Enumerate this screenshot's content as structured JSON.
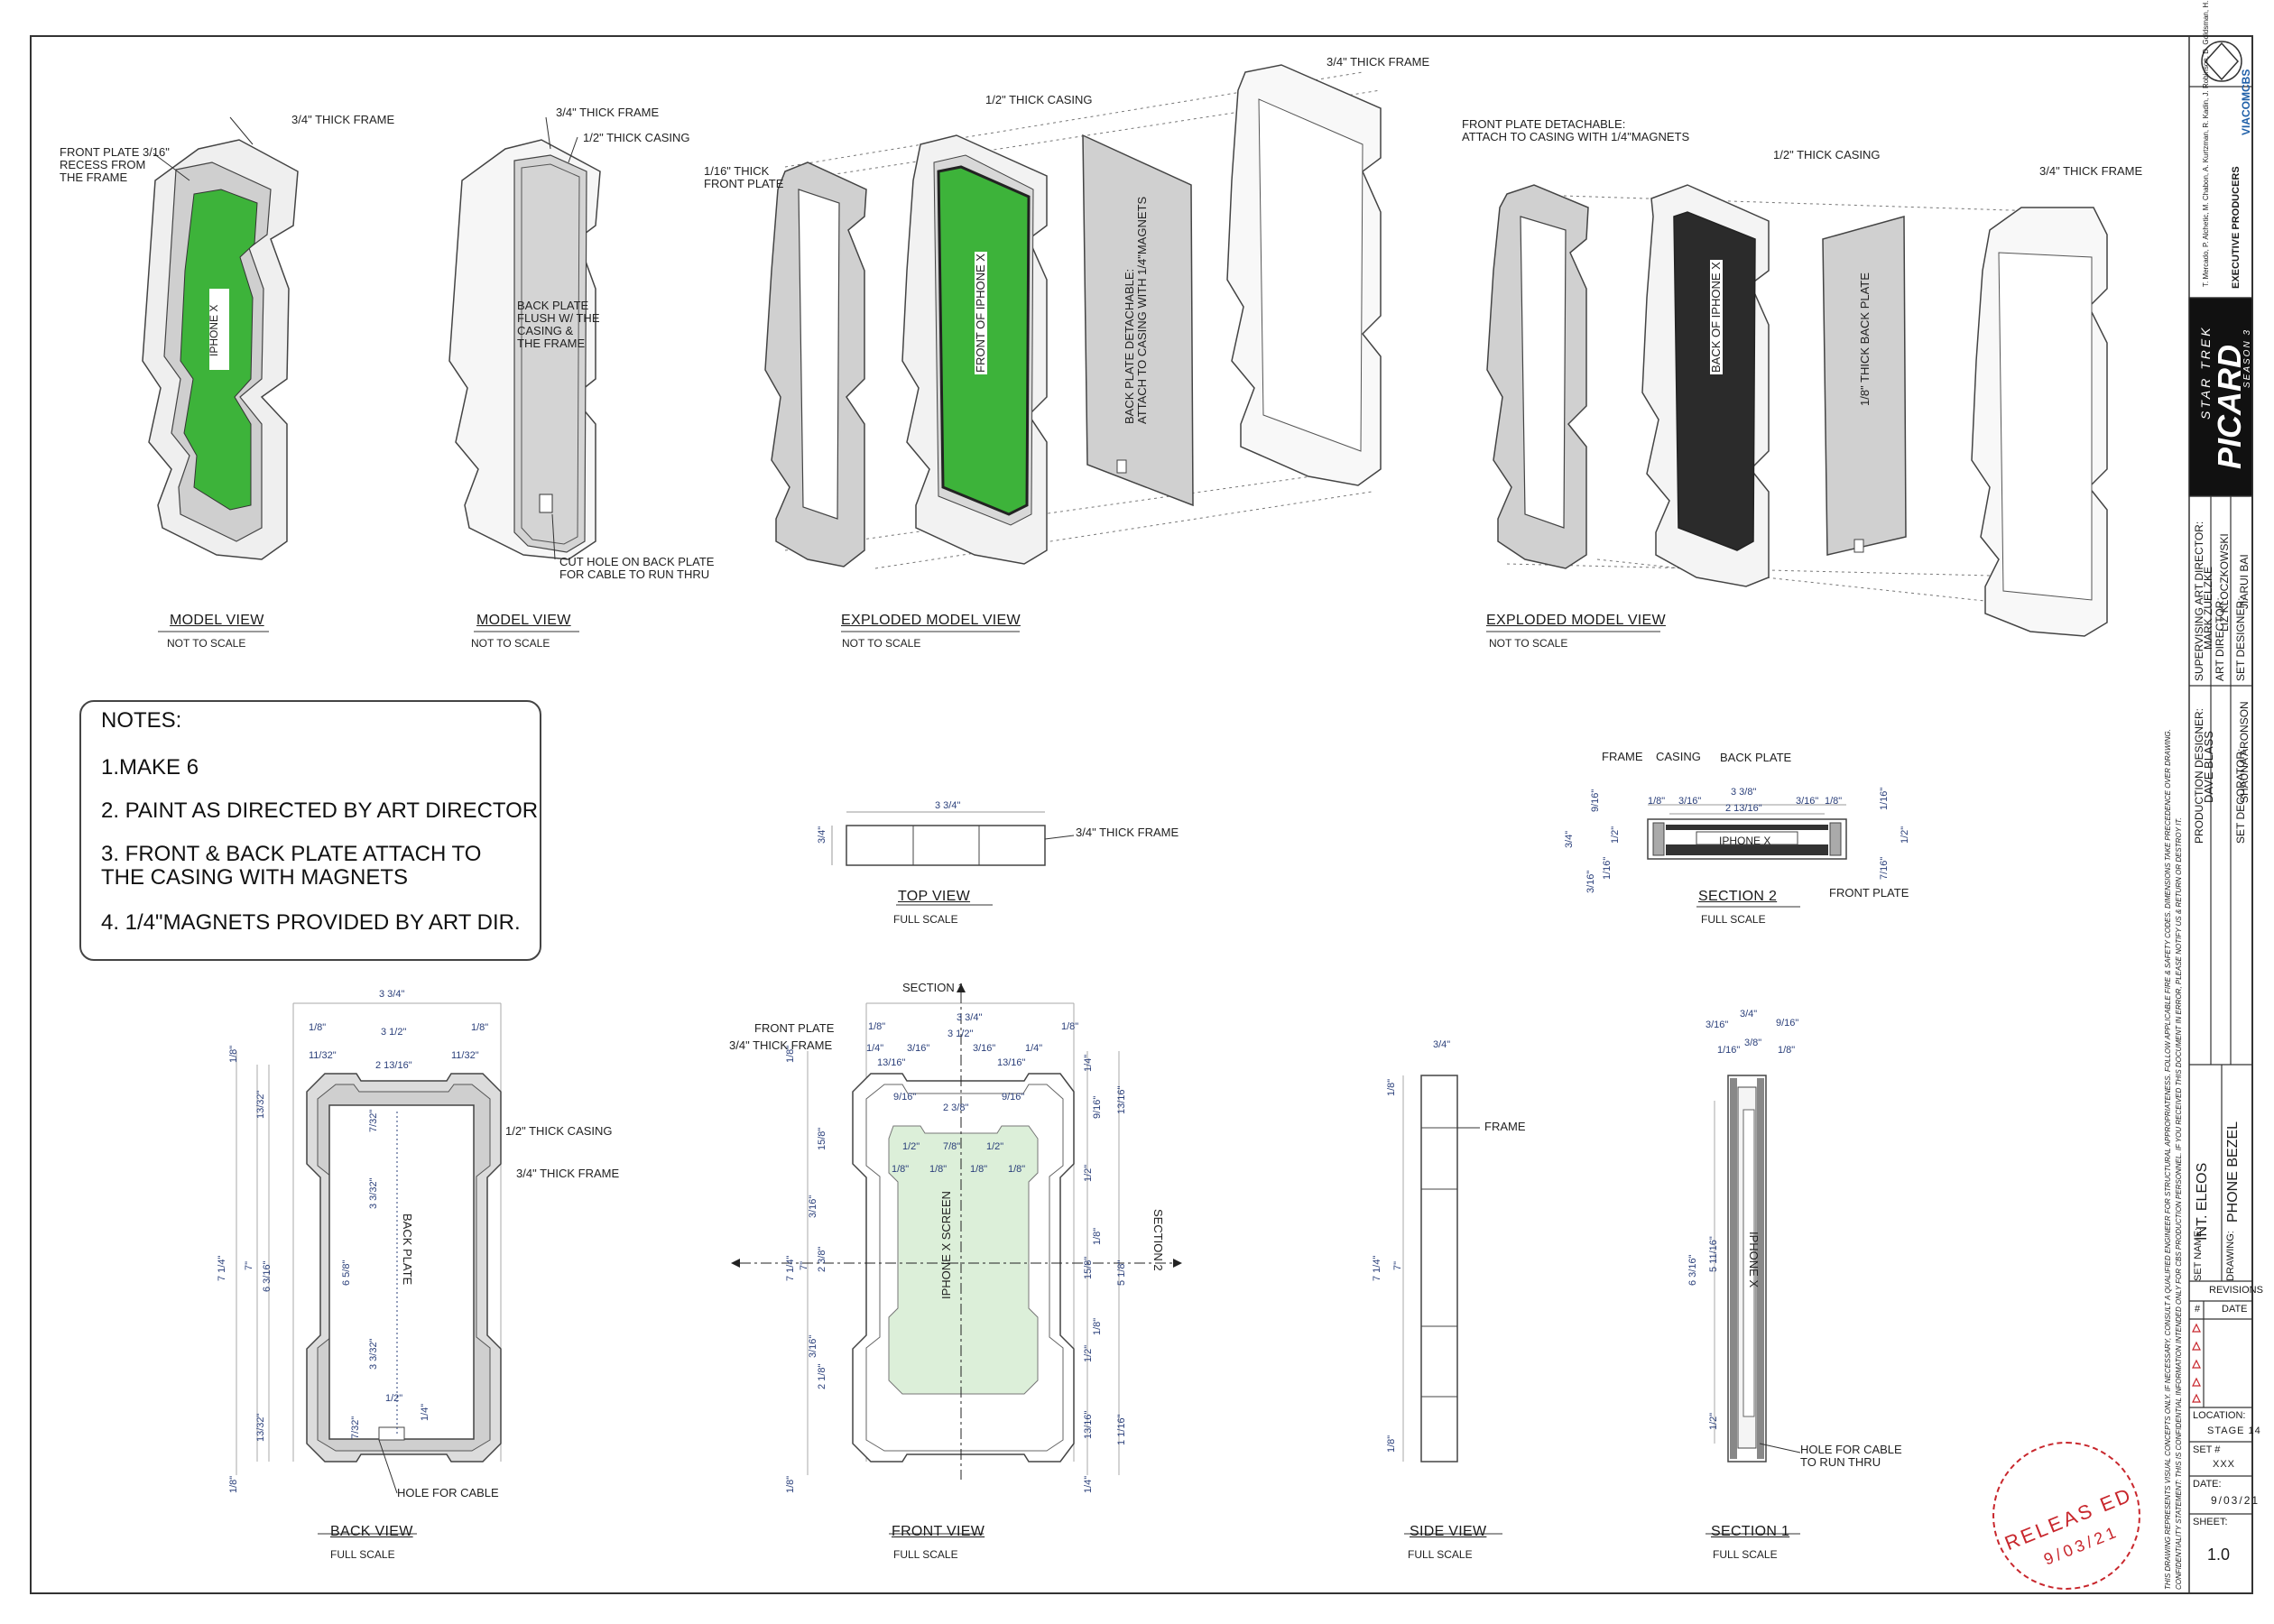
{
  "model_views": {
    "model1": {
      "title": "MODEL VIEW",
      "scale": "NOT TO SCALE",
      "callouts": {
        "frame": "3/4\" THICK FRAME",
        "front_plate": "FRONT PLATE 3/16\"\nRECESS FROM\nTHE FRAME",
        "phone": "IPHONE X"
      }
    },
    "model2": {
      "title": "MODEL VIEW",
      "scale": "NOT TO SCALE",
      "callouts": {
        "frame": "3/4\" THICK FRAME",
        "casing": "1/2\" THICK CASING",
        "back_plate": "BACK PLATE\nFLUSH W/ THE\nCASING &\nTHE FRAME",
        "cut_hole": "CUT HOLE ON BACK PLATE\nFOR CABLE  TO RUN THRU"
      }
    },
    "exploded1": {
      "title": "EXPLODED MODEL VIEW",
      "scale": "NOT TO SCALE",
      "callouts": {
        "casing": "1/2\" THICK CASING",
        "frame": "3/4\" THICK FRAME",
        "front_plate": "1/16\" THICK\nFRONT PLATE",
        "phone": "FRONT OF IPHONE X",
        "back_plate": "BACK PLATE DETACHABLE:\nATTACH TO CASING WITH 1/4\"MAGNETS"
      }
    },
    "exploded2": {
      "title": "EXPLODED MODEL VIEW",
      "scale": "NOT TO SCALE",
      "callouts": {
        "front_plate": "FRONT PLATE DETACHABLE:\nATTACH TO CASING  WITH 1/4\"MAGNETS",
        "casing": "1/2\" THICK CASING",
        "frame": "3/4\" THICK FRAME",
        "phone": "BACK OF IPHONE X",
        "back_plate": "1/8\" THICK BACK PLATE"
      }
    }
  },
  "notes": {
    "heading": "NOTES:",
    "items": [
      "1.MAKE  6",
      "2. PAINT AS  DIRECTED BY ART DIRECTOR",
      "3. FRONT & BACK PLATE ATTACH TO\n    THE CASING  WITH MAGNETS",
      "4. 1/4\"MAGNETS  PROVIDED BY ART DIR."
    ]
  },
  "top_view": {
    "title": "TOP VIEW",
    "scale": "FULL SCALE",
    "width": "3 3/4\"",
    "height": "3/4\"",
    "callout": "3/4\" THICK FRAME"
  },
  "section2": {
    "title": "SECTION 2",
    "scale": "FULL SCALE",
    "labels": {
      "frame": "FRAME",
      "casing": "CASING",
      "back_plate": "BACK PLATE",
      "front_plate": "FRONT PLATE",
      "phone": "IPHONE X"
    },
    "dims": {
      "d1": "1/8\"",
      "d2": "3/16\"",
      "d3": "3 3/8\"",
      "d4": "3/16\"",
      "d5": "1/8\"",
      "d6": "2 13/16\"",
      "d7": "9/16\"",
      "d8": "3/4\"",
      "d9": "1/2\"",
      "d10": "1/16\"",
      "d11": "3/16\"",
      "d12": "1/16\"",
      "d13": "1/2\"",
      "d14": "7/16\""
    }
  },
  "back_view": {
    "title": "BACK VIEW",
    "scale": "FULL SCALE",
    "labels": {
      "back_plate": "BACK PLATE",
      "casing": "1/2\" THICK CASING",
      "frame": "3/4\" THICK FRAME",
      "hole": "HOLE FOR CABLE"
    },
    "dims": {
      "w_total": "3 3/4\"",
      "w_inner": "3 1/2\"",
      "w_plate": "2 13/16\"",
      "e1": "1/8\"",
      "e2": "1/8\"",
      "c1": "11/32\"",
      "c2": "11/32\"",
      "h_total": "7 1/4\"",
      "h7": "7\"",
      "h_inner": "6 3/16\"",
      "h_plate": "6 5/8\"",
      "a1": "7/32\"",
      "a2": "3 3/32\"",
      "a3": "3 3/32\"",
      "a4": "7/32\"",
      "b1": "13/32\"",
      "b2": "13/32\"",
      "t1": "1/8\"",
      "t2": "1/8\"",
      "hole_w": "1/2\"",
      "hole_h": "1/4\""
    }
  },
  "front_view": {
    "title": "FRONT VIEW",
    "scale": "FULL SCALE",
    "labels": {
      "section1": "SECTION 1",
      "section2": "SECTION 2",
      "front_plate": "FRONT PLATE",
      "frame": "3/4\" THICK FRAME",
      "screen": "IPHONE X SCREEN"
    },
    "dims": {
      "w_total": "3 3/4\"",
      "w_inner": "3 1/2\"",
      "w_screen": "2 3/8\"",
      "e1": "1/8\"",
      "e2": "1/8\"",
      "f1": "1/4\"",
      "f2": "3/16\"",
      "f3": "3/16\"",
      "f4": "1/4\"",
      "g1": "13/16\"",
      "g2": "13/16\"",
      "s1": "9/16\"",
      "s2": "9/16\"",
      "n1": "1/2\"",
      "n2": "7/8\"",
      "n3": "1/2\"",
      "k1": "1/8\"",
      "k2": "1/8\"",
      "k3": "1/8\"",
      "k4": "1/8\"",
      "v1": "7 1/4\"",
      "v2": "7\"",
      "v3": "2 3/8\"",
      "v4": "2 1/8\"",
      "v5": "15/8\"",
      "v6": "3/16\"",
      "v7": "3/16\"",
      "r1": "5 1/8\"",
      "r2": "13/16\"",
      "r3": "1 1/16\"",
      "r4": "1/4\"",
      "r5": "9/16\"",
      "r6": "1/2\"",
      "r7": "1/8\"",
      "r8": "15/8\"",
      "r9": "1/8\"",
      "r10": "1/2\"",
      "r11": "13/16\"",
      "r12": "1/4\"",
      "r13": "1/8\"",
      "r14": "1/8\""
    }
  },
  "side_view": {
    "title": "SIDE VIEW",
    "scale": "FULL SCALE",
    "label": "FRAME",
    "dims": {
      "w": "3/4\"",
      "h1": "7 1/4\"",
      "h2": "7\"",
      "t1": "1/8\"",
      "t2": "1/8\""
    }
  },
  "section1": {
    "title": "SECTION 1",
    "scale": "FULL SCALE",
    "labels": {
      "phone": "IPHONE X",
      "hole": "HOLE FOR CABLE\nTO RUN THRU"
    },
    "dims": {
      "d1": "3/4\"",
      "d2": "3/16\"",
      "d3": "9/16\"",
      "d4": "1/16\"",
      "d5": "3/8\"",
      "d6": "1/8\"",
      "h1": "6 3/16\"",
      "h2": "5 11/16\"",
      "h3": "1/2\""
    }
  },
  "title_block": {
    "executive_producers_label": "EXECUTIVE PRODUCERS",
    "executive_producers": "T. Mercado, P. Alchetic, M. Chabon, A. Kurtzman,\nR. Kadin, J. Robinson, D. Goldsman, H. Hemsin, P. Stewart",
    "brand": "VIACOMCBS",
    "show_line1": "STAR TREK",
    "show_line2": "PICARD",
    "show_line3": "SEASON 3",
    "supervising_art_director_label": "SUPERVISING ART DIRECTOR:",
    "supervising_art_director": "MARK ZUELZKE",
    "art_director_label": "ART DIRECTOR:",
    "art_director": "LIZ KLOCZKOWSKI",
    "set_designer_label": "SET DESIGNER:",
    "set_designer": "JIARUI BAI",
    "production_designer_label": "PRODUCTION DESIGNER:",
    "production_designer": "DAVE BLASS",
    "set_decorator_label": "SET DECORATOR:",
    "set_decorator": "SHAUNA ARONSON",
    "set_name_label": "SET NAME:",
    "set_name": "INT. ELEOS",
    "drawing_label": "DRAWING:",
    "drawing": "PHONE BEZEL",
    "revisions_label": "REVISIONS",
    "rev_num_label": "#",
    "rev_date_label": "DATE",
    "location_label": "LOCATION:",
    "location": "STAGE 14",
    "set_num_label": "SET #",
    "set_num": "XXX",
    "date_label": "DATE:",
    "date": "9/03/21",
    "sheet_label": "SHEET:",
    "sheet": "1.0",
    "disclaimer": "THIS DRAWING REPRESENTS VISUAL CONCEPTS ONLY. IF NECESSARY, CONSULT A QUALIFIED ENGINEER FOR STRUCTURAL APPROPRIATENESS. FOLLOW APPLICABLE FIRE & SAFETY CODES. DIMENSIONS TAKE PRECEDENCE OVER DRAWING.",
    "disclaimer2": "CONFIDENTIALITY STATEMENT: THIS IS CONFIDENTIAL INFORMATION INTENDED ONLY FOR CBS PRODUCTION PERSONNEL. IF YOU RECEIVED THIS DOCUMENT IN ERROR, PLEASE NOTIFY US & RETURN OR DESTROY IT."
  },
  "stamp": {
    "text": "RELEAS ED",
    "date": "9/03/21"
  },
  "colors": {
    "screen_green": "#3db33a",
    "screen_light": "#dcefd9",
    "plate_gray": "#cfcfcf",
    "frame_white": "#f6f6f6",
    "phone_black": "#2b2b2b",
    "stamp_red": "#c8262c",
    "dim_blue": "#2a3f7a"
  }
}
